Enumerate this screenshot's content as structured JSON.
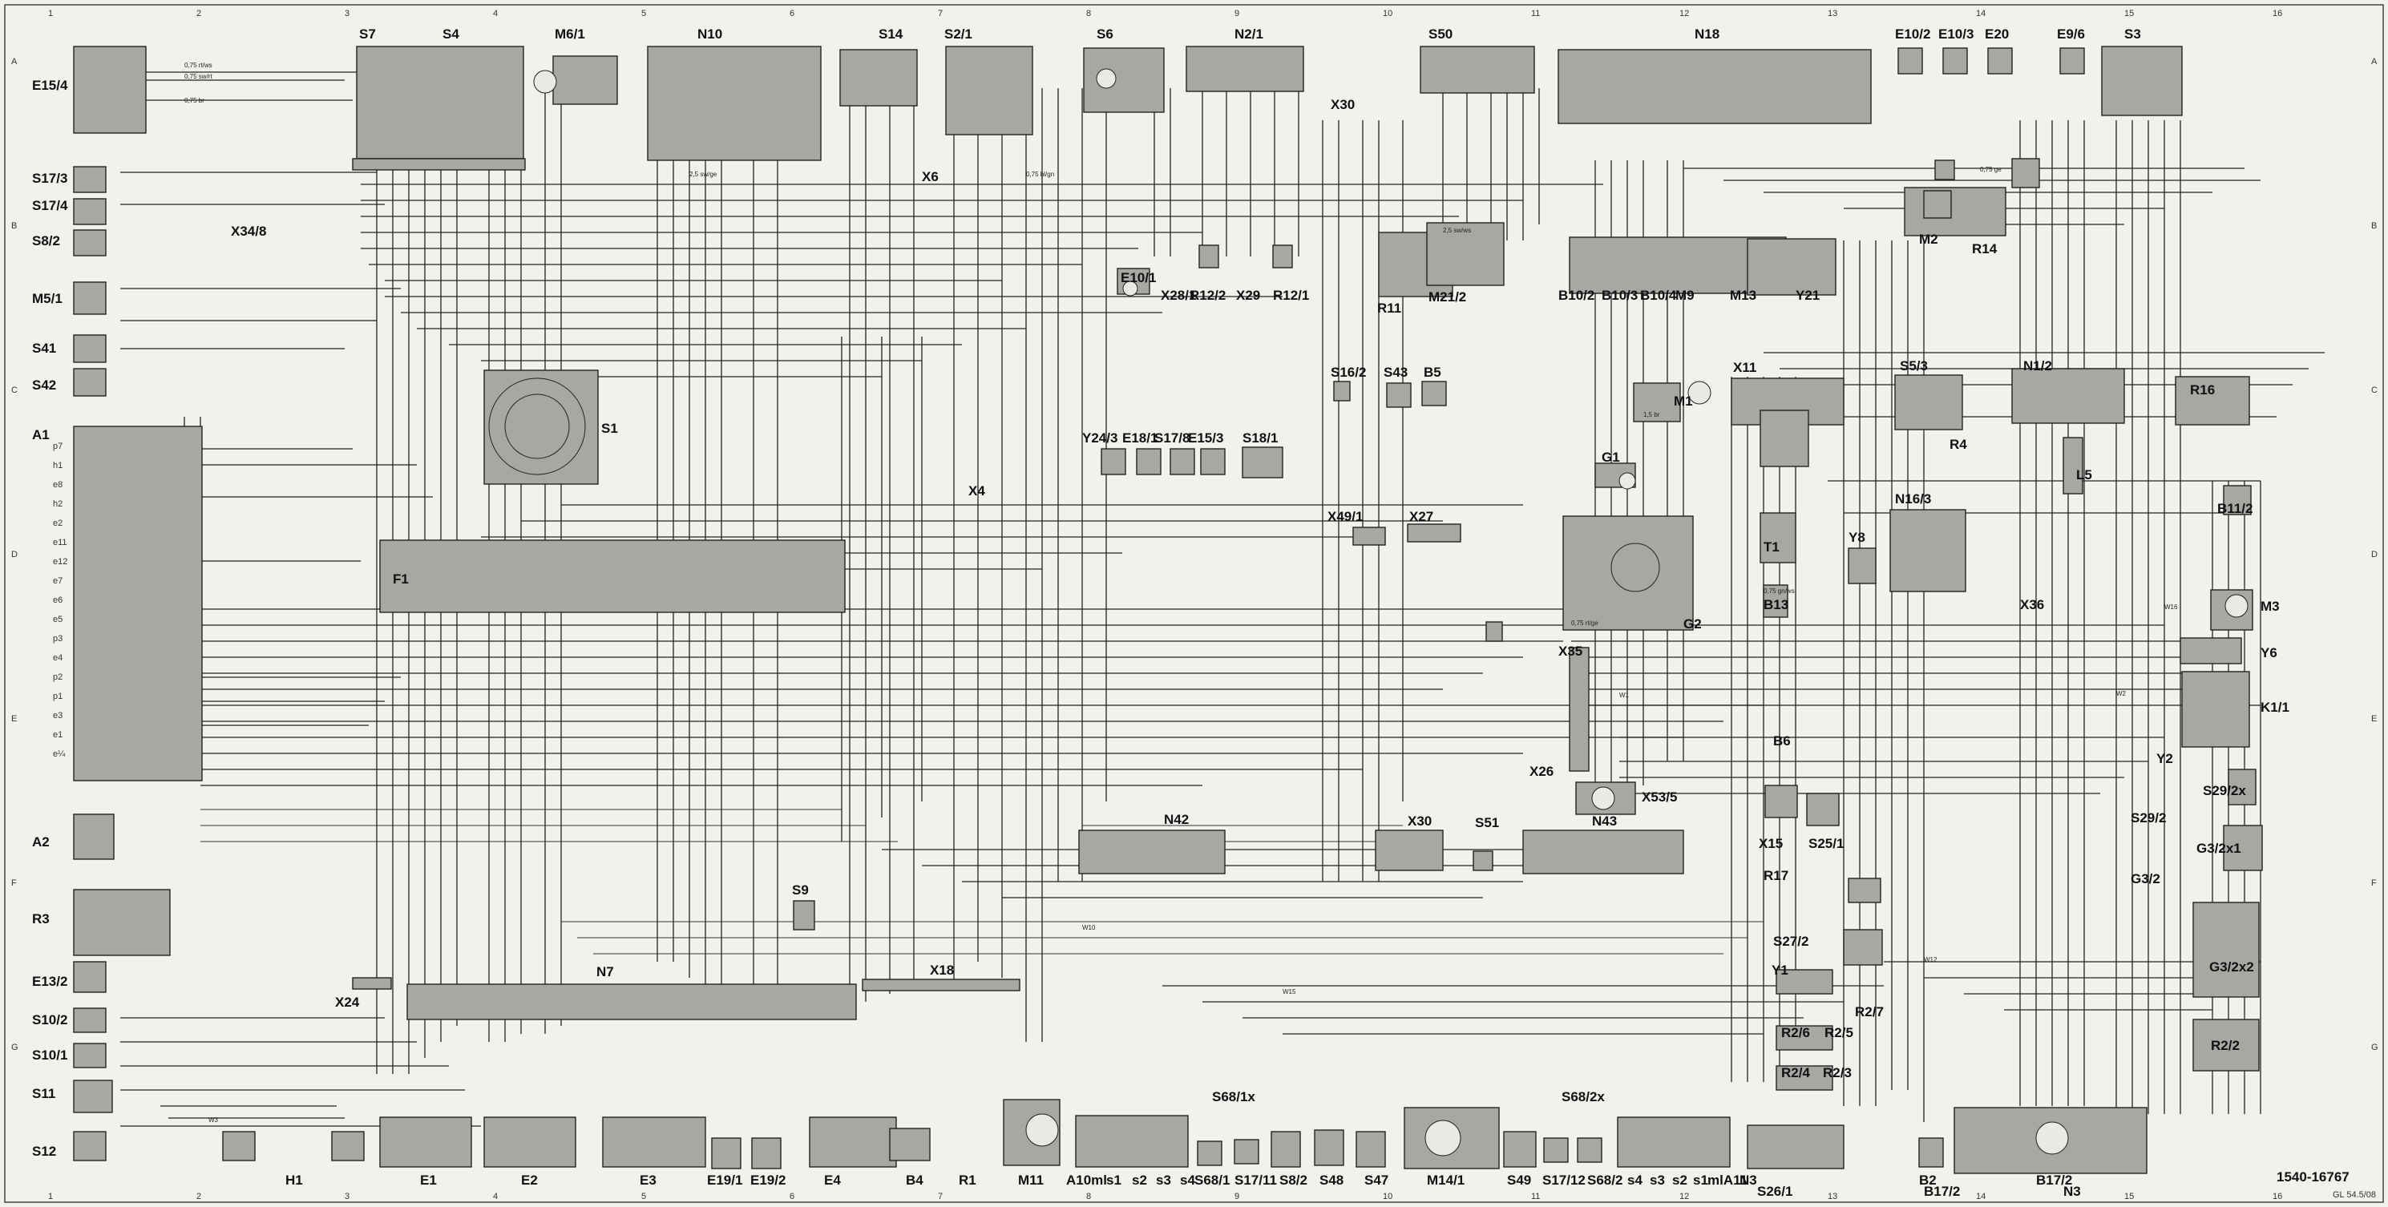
{
  "diagram": {
    "drawing_number": "1540-16767",
    "corner_note": "GL 54.5/08",
    "grid_numbers": [
      "1",
      "2",
      "3",
      "4",
      "5",
      "6",
      "7",
      "8",
      "9",
      "10",
      "11",
      "12",
      "13",
      "14",
      "15",
      "16"
    ],
    "grid_letters": [
      "A",
      "B",
      "C",
      "D",
      "E",
      "F",
      "G"
    ],
    "top_components": [
      "S7",
      "S4",
      "M6/1",
      "N10",
      "S14",
      "S2/1",
      "S6",
      "N2/1",
      "S50",
      "N18",
      "E10/2",
      "E10/3",
      "E20",
      "E9/6",
      "S3"
    ],
    "left_components": [
      "E15/4",
      "S17/3",
      "S17/4",
      "S8/2",
      "X34/8",
      "M5/1",
      "S41",
      "S42",
      "A1",
      "A2",
      "R3",
      "E13/2",
      "S10/2",
      "S10/1",
      "S11",
      "S12"
    ],
    "a1_pins": [
      "p7",
      "h1",
      "e8",
      "h2",
      "e2",
      "e11",
      "e12",
      "e7",
      "e6",
      "e5",
      "p3",
      "e4",
      "p2",
      "p1",
      "e3",
      "e1",
      "e¼"
    ],
    "mid_components": [
      "X30",
      "X6",
      "R11",
      "M21/2",
      "X28/1",
      "R12/2",
      "X29",
      "R12/1",
      "E10/1",
      "B10/2",
      "B10/3",
      "B10/4",
      "M9",
      "M13",
      "Y21",
      "M2",
      "R14",
      "S1",
      "F1",
      "X4",
      "Y24/3",
      "E18/1",
      "S17/8",
      "E15/3",
      "S18/1",
      "S16/2",
      "S43",
      "B5",
      "M1",
      "G1",
      "X49/1",
      "X27",
      "X11",
      "S5/3",
      "R4",
      "N1/2",
      "R16",
      "L5",
      "B11/2",
      "T1",
      "Y8",
      "N16/3",
      "B13",
      "X36",
      "M3",
      "Y6",
      "K1/1",
      "G2",
      "X35",
      "X26",
      "X53/5",
      "B6",
      "X15",
      "S25/1",
      "Y2",
      "S29/2x",
      "S29/2",
      "G3/2x1",
      "G3/2",
      "G3/2x2",
      "R17",
      "S27/2",
      "Y1",
      "R2/7",
      "R2/6",
      "R2/5",
      "R2/4",
      "R2/3",
      "R2/2",
      "B2",
      "B17/2",
      "N3",
      "S26/1"
    ],
    "lower_components": [
      "S9",
      "N7",
      "X18",
      "X24",
      "N42",
      "X30",
      "S51",
      "N43",
      "S68/1x",
      "S68/2x"
    ],
    "bottom_labels": [
      "H1",
      "E1",
      "E2",
      "E3",
      "E19/1",
      "E19/2",
      "E4",
      "B4",
      "R1",
      "M11",
      "A10ml",
      "s1",
      "s2",
      "s3",
      "s4",
      "S68/1",
      "S17/11",
      "S8/2",
      "S48",
      "S47",
      "M14/1",
      "S49",
      "S17/12",
      "S68/2",
      "s4",
      "s3",
      "s2",
      "s1",
      "mlA11",
      "S26/1",
      "B17/2",
      "N3"
    ],
    "wire_codes": [
      "0,75 rt/ws",
      "0,75 sw/rt",
      "0,75 br",
      "0,75 bl/gn",
      "0,75 ge",
      "2,5 sw/ge",
      "2,5 sw/ws",
      "1,5 br",
      "0,75 gn/ws",
      "0,75 rt/ge",
      "W1",
      "W2",
      "W3",
      "W10",
      "W12",
      "W15",
      "W16"
    ]
  }
}
